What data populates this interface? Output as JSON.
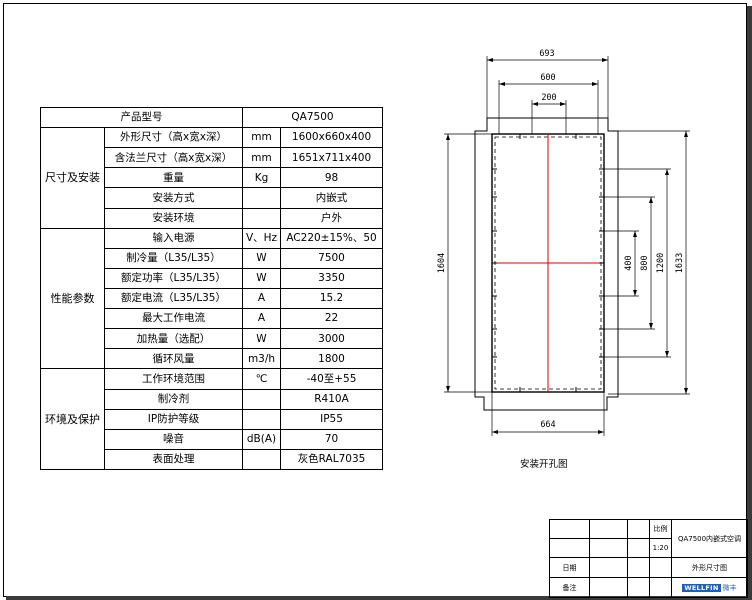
{
  "spec_table": {
    "header": {
      "label": "产品型号",
      "value": "QA7500"
    },
    "groups": [
      {
        "name": "尺寸及安装",
        "rows": [
          {
            "name": "外形尺寸（高x宽x深）",
            "unit": "mm",
            "value": "1600x660x400"
          },
          {
            "name": "含法兰尺寸（高x宽x深）",
            "unit": "mm",
            "value": "1651x711x400"
          },
          {
            "name": "重量",
            "unit": "Kg",
            "value": "98"
          },
          {
            "name": "安装方式",
            "unit": "",
            "value": "内嵌式"
          },
          {
            "name": "安装环境",
            "unit": "",
            "value": "户外"
          }
        ]
      },
      {
        "name": "性能参数",
        "rows": [
          {
            "name": "输入电源",
            "unit": "V、Hz",
            "value": "AC220±15%、50"
          },
          {
            "name": "制冷量（L35/L35）",
            "unit": "W",
            "value": "7500"
          },
          {
            "name": "额定功率（L35/L35）",
            "unit": "W",
            "value": "3350"
          },
          {
            "name": "额定电流（L35/L35）",
            "unit": "A",
            "value": "15.2"
          },
          {
            "name": "最大工作电流",
            "unit": "A",
            "value": "22"
          },
          {
            "name": "加热量（选配）",
            "unit": "W",
            "value": "3000"
          },
          {
            "name": "循环风量",
            "unit": "m3/h",
            "value": "1800"
          }
        ]
      },
      {
        "name": "环境及保护",
        "rows": [
          {
            "name": "工作环境范围",
            "unit": "℃",
            "value": "-40至+55"
          },
          {
            "name": "制冷剂",
            "unit": "",
            "value": "R410A"
          },
          {
            "name": "IP防护等级",
            "unit": "",
            "value": "IP55"
          },
          {
            "name": "噪音",
            "unit": "dB(A)",
            "value": "70"
          },
          {
            "name": "表面处理",
            "unit": "",
            "value": "灰色RAL7035"
          }
        ]
      }
    ]
  },
  "drawing": {
    "dims": {
      "d693": "693",
      "d600": "600",
      "d200": "200",
      "d1604": "1604",
      "d400": "400",
      "d800": "800",
      "d1200": "1200",
      "d1633": "1633",
      "d664": "664"
    },
    "caption": "安装开孔图"
  },
  "title_block": {
    "scale_label": "比例",
    "scale_value": "1:20",
    "drawing_title": "QA7500内嵌式空调",
    "date_label": "日期",
    "sheet_name": "外形尺寸图",
    "remark_label": "备注",
    "brand_en": "WELLFIN",
    "brand_cn": "微丰"
  },
  "colors": {
    "centerline": "#e00000",
    "line": "#000000",
    "brand": "#1f5fb8"
  }
}
